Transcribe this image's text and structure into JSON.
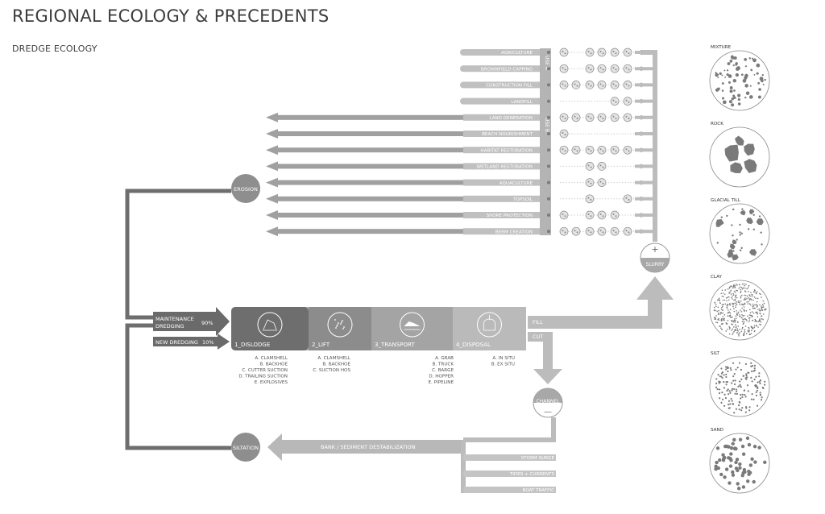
{
  "header": {
    "title": "REGIONAL ECOLOGY & PRECEDENTS",
    "subtitle": "DREDGE ECOLOGY"
  },
  "colors": {
    "dark": "#6e6e6e",
    "mid": "#8a8a8a",
    "light": "#b8b8b8",
    "pale": "#d4d4d4",
    "white": "#ffffff"
  },
  "uses": [
    {
      "label": "AGRICULTURE",
      "arrow": false,
      "marks": [
        1,
        0,
        1,
        1,
        1,
        1
      ]
    },
    {
      "label": "BROWNFIELD CAPPING",
      "arrow": false,
      "marks": [
        1,
        0,
        1,
        1,
        1,
        1
      ]
    },
    {
      "label": "CONSTRUCTION FILL",
      "arrow": false,
      "marks": [
        1,
        1,
        1,
        1,
        1,
        1
      ]
    },
    {
      "label": "LANDFILL",
      "arrow": false,
      "marks": [
        0,
        0,
        0,
        0,
        1,
        1
      ]
    },
    {
      "label": "LAND GENERATION",
      "arrow": true,
      "marks": [
        1,
        1,
        1,
        1,
        1,
        1
      ]
    },
    {
      "label": "BEACH NOURISHMENT",
      "arrow": true,
      "marks": [
        1,
        0,
        0,
        0,
        0,
        0
      ]
    },
    {
      "label": "HABITAT RESTORATION",
      "arrow": true,
      "marks": [
        1,
        1,
        1,
        1,
        1,
        1
      ]
    },
    {
      "label": "WETLAND RESTORATION",
      "arrow": true,
      "marks": [
        0,
        0,
        1,
        1,
        0,
        0
      ]
    },
    {
      "label": "AQUACULTURE",
      "arrow": true,
      "marks": [
        0,
        0,
        1,
        1,
        0,
        0
      ]
    },
    {
      "label": "TOPSOIL",
      "arrow": true,
      "marks": [
        0,
        0,
        1,
        0,
        0,
        1
      ]
    },
    {
      "label": "SHORE PROTECTION",
      "arrow": true,
      "marks": [
        1,
        0,
        1,
        1,
        1,
        0
      ]
    },
    {
      "label": "BERM CREATION",
      "arrow": true,
      "marks": [
        1,
        1,
        1,
        1,
        1,
        1
      ]
    }
  ],
  "vertical_labels": {
    "top": "USE A",
    "bottom": "USE B"
  },
  "nodes": {
    "erosion": "EROSION",
    "siltation": "SILTATION",
    "slurry": "SLURRY",
    "slurry_sign": "+",
    "channel": "CHANNEL",
    "channel_sign": "—"
  },
  "inputs": {
    "maintenance_line1": "MAINTENANCE",
    "maintenance_line2": "DREDGING",
    "maintenance_pct": "90%",
    "new": "NEW DREDGING",
    "new_pct": "10%"
  },
  "stages": [
    {
      "label": "1_DISLODGE",
      "methods": [
        "A. CLAMSHELL",
        "B. BACKHOE",
        "C. CUTTER SUCTION",
        "D. TRAILING SUCTION",
        "E. EXPLOSIVES"
      ]
    },
    {
      "label": "2_LIFT",
      "methods": [
        "A. CLAMSHELL",
        "B. BACKHOE",
        "C. SUCTION HOS"
      ]
    },
    {
      "label": "3_TRANSPORT",
      "methods": [
        "A. GRAB",
        "B. TRUCK",
        "C. BARGE",
        "D. HOPPER",
        "E. PIPELINE"
      ]
    },
    {
      "label": "4_DISPOSAL",
      "methods": [
        "A. IN SITU",
        "B. EX SITU"
      ]
    }
  ],
  "branches": {
    "fill": "FILL",
    "cut": "CUT"
  },
  "bank": "BANK / SEDIMENT DESTABILIZATION",
  "causes": [
    "STORM SURGE",
    "TIDES + CURRENTS",
    "BOAT TRAFFIC"
  ],
  "sediments": [
    {
      "label": "MIXTURE",
      "icon": "mixture-icon"
    },
    {
      "label": "ROCK",
      "icon": "rock-icon"
    },
    {
      "label": "GLACIAL TILL",
      "icon": "glacial-till-icon"
    },
    {
      "label": "CLAY",
      "icon": "clay-icon"
    },
    {
      "label": "SILT",
      "icon": "silt-icon"
    },
    {
      "label": "SAND",
      "icon": "sand-icon"
    }
  ]
}
